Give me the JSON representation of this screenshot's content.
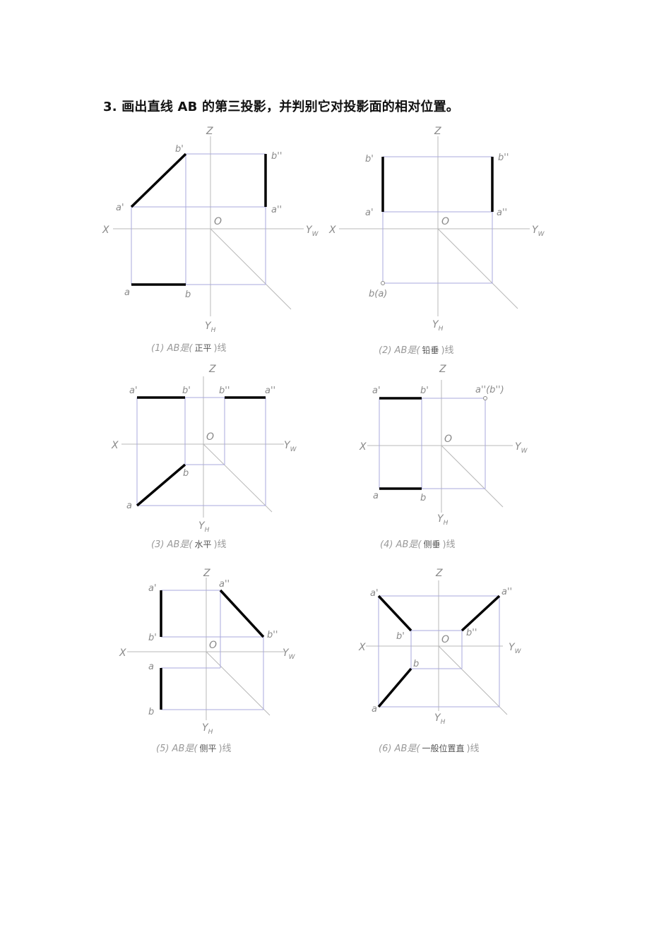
{
  "title": "3. 画出直线 AB 的第三投影，并判别它对投影面的相对位置。",
  "axis_labels": {
    "X": "X",
    "Z": "Z",
    "O": "O",
    "Y": "Y",
    "W": "W",
    "H": "H"
  },
  "point_labels": {
    "a": "a",
    "b": "b",
    "a1": "a'",
    "b1": "b'",
    "a2": "a''",
    "b2": "b''",
    "ba": "b(a)",
    "a2b2": "a''(b'')"
  },
  "captions": [
    {
      "prefix": "(1) AB是(",
      "answer": "正平",
      "suffix": ")线"
    },
    {
      "prefix": "(2) AB是(",
      "answer": "铅垂",
      "suffix": ")线"
    },
    {
      "prefix": "(3) AB是(",
      "answer": "水平",
      "suffix": ")线"
    },
    {
      "prefix": "(4) AB是(",
      "answer": "侧垂",
      "suffix": ")线"
    },
    {
      "prefix": "(5) AB是(",
      "answer": "侧平",
      "suffix": ")线"
    },
    {
      "prefix": "(6) AB是(",
      "answer": "一般位置直",
      "suffix": ")线"
    }
  ]
}
